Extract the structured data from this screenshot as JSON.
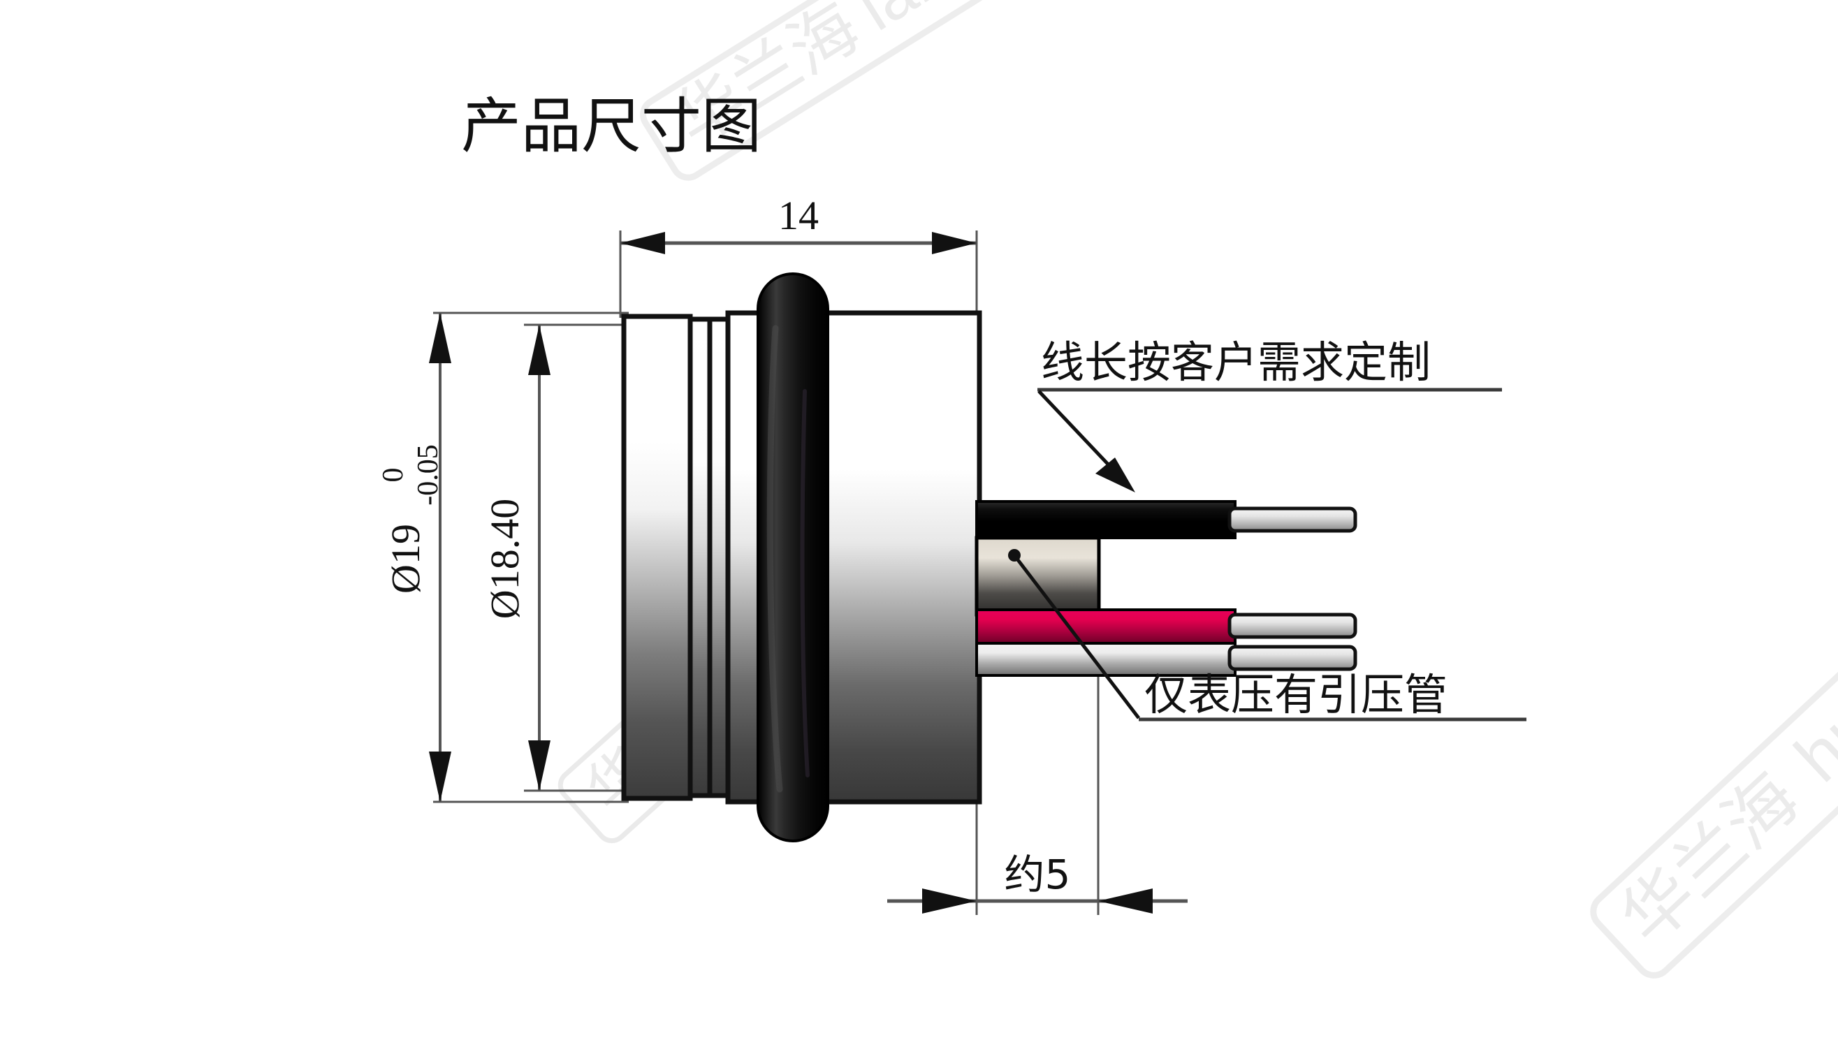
{
  "title": "产品尺寸图",
  "drawing": {
    "type": "mechanical-dimension-drawing",
    "subject": "pressure sensor / transducer housing with O-ring and lead wires"
  },
  "dimensions": {
    "width_top": {
      "label": "14",
      "orientation": "horizontal",
      "position": "top"
    },
    "outer_diameter": {
      "label": "Ø19",
      "tolerance_upper": "0",
      "tolerance_lower": "-0.05",
      "orientation": "vertical",
      "position": "left-outer"
    },
    "inner_diameter": {
      "label": "Ø18.40",
      "orientation": "vertical",
      "position": "left-inner"
    },
    "tube_length": {
      "label": "约5",
      "orientation": "horizontal",
      "position": "bottom"
    }
  },
  "annotations": {
    "cable_note": "线长按客户需求定制",
    "tube_note": "仅表压有引压管"
  },
  "wires": [
    {
      "name": "black-wire",
      "color": "#111111",
      "tip_color": "#d8d8d8"
    },
    {
      "name": "pressure-tube",
      "color": "#cfc9bf",
      "tip_color": "#cfc9bf"
    },
    {
      "name": "red-wire",
      "color": "#e3004f",
      "tip_color": "#d8d8d8"
    },
    {
      "name": "white-wire",
      "color": "#e6e6e6",
      "tip_color": "#d8d8d8"
    }
  ],
  "colors": {
    "line": "#1a1a1a",
    "dimension_line": "#4a4a4a",
    "body_light": "#ffffff",
    "body_dark": "#3a3a3a",
    "oring": "#0d0d0d",
    "red_wire": "#e3004f",
    "watermark": "#ebebeb"
  },
  "watermarks": [
    {
      "name": "watermark-top",
      "text": "华兰海 lanhai"
    },
    {
      "name": "watermark-right",
      "text": "华兰海 hualanhai"
    },
    {
      "name": "watermark-center",
      "text": "华兰海电测"
    }
  ]
}
